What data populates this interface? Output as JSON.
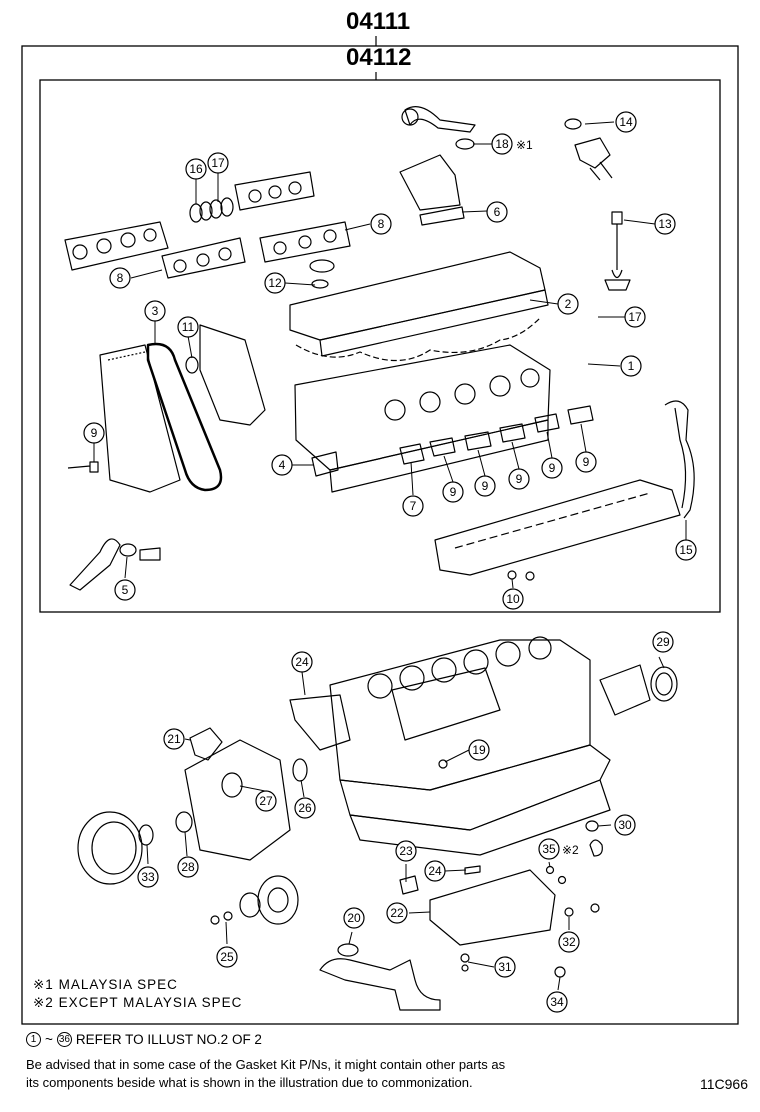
{
  "header": {
    "kit_no_outer": "04111",
    "kit_no_inner": "04112"
  },
  "callouts": [
    "1",
    "2",
    "3",
    "4",
    "5",
    "6",
    "7",
    "8",
    "8",
    "9",
    "9",
    "9",
    "9",
    "9",
    "9",
    "10",
    "11",
    "12",
    "13",
    "14",
    "15",
    "16",
    "17",
    "17",
    "18",
    "19",
    "20",
    "21",
    "22",
    "23",
    "24",
    "24",
    "25",
    "26",
    "27",
    "28",
    "29",
    "30",
    "31",
    "32",
    "33",
    "34",
    "35",
    "36"
  ],
  "marks": {
    "mark_1": "※1",
    "mark_2": "※2"
  },
  "notes": {
    "spec_1": "※1 MALAYSIA SPEC",
    "spec_2": "※2 EXCEPT MALAYSIA SPEC",
    "ref_from": "1",
    "ref_tilde": "~",
    "ref_to": "36",
    "ref_text": "REFER TO ILLUST NO.2 OF 2",
    "advisory_line1": "Be advised that in some case of the Gasket Kit P/Ns,  it might contain other parts as",
    "advisory_line2": "its components beside what is shown in the illustration due to commonization."
  },
  "illustration_code": "11C966"
}
